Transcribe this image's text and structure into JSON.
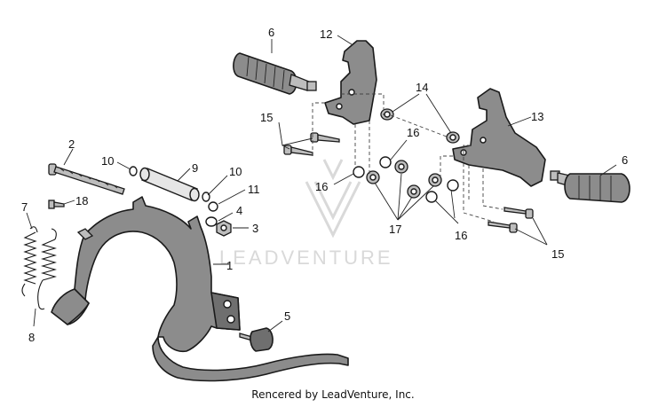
{
  "watermark": {
    "brand": "LEADVENTURE"
  },
  "footer": {
    "credit": "Rencered by LeadVenture, Inc."
  },
  "callouts": {
    "c1": "1",
    "c2": "2",
    "c3": "3",
    "c4": "4",
    "c5": "5",
    "c6a": "6",
    "c6b": "6",
    "c7": "7",
    "c8": "8",
    "c9": "9",
    "c10a": "10",
    "c10b": "10",
    "c11": "11",
    "c12": "12",
    "c13": "13",
    "c14": "14",
    "c15a": "15",
    "c15b": "15",
    "c16a": "16",
    "c16b": "16",
    "c16c": "16",
    "c17": "17",
    "c18": "18"
  }
}
